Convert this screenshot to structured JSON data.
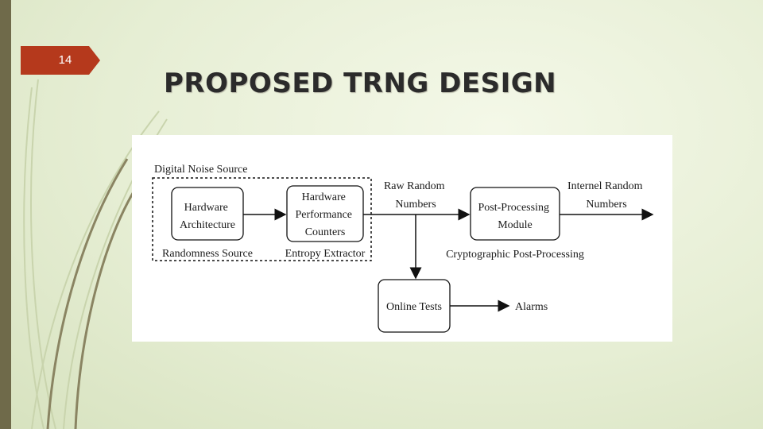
{
  "slide": {
    "number": "14",
    "title": "PROPOSED TRNG DESIGN",
    "colors": {
      "tab": "#b5391c",
      "left_bar": "#6f6a4a",
      "background": "#e6eed4"
    }
  },
  "diagram": {
    "group_label": "Digital Noise Source",
    "boxes": {
      "hardware_architecture": [
        "Hardware",
        "Architecture"
      ],
      "hardware_performance_counters": [
        "Hardware",
        "Performance",
        "Counters"
      ],
      "post_processing_module": [
        "Post-Processing",
        "Module"
      ],
      "online_tests": [
        "Online Tests"
      ]
    },
    "captions": {
      "randomness_source": "Randomness Source",
      "entropy_extractor": "Entropy Extractor",
      "cryptographic_post_processing": "Cryptographic Post-Processing"
    },
    "flow_labels": {
      "raw_random_numbers": [
        "Raw Random",
        "Numbers"
      ],
      "internal_random_numbers": [
        "Internel Random",
        "Numbers"
      ],
      "alarms": "Alarms"
    }
  }
}
